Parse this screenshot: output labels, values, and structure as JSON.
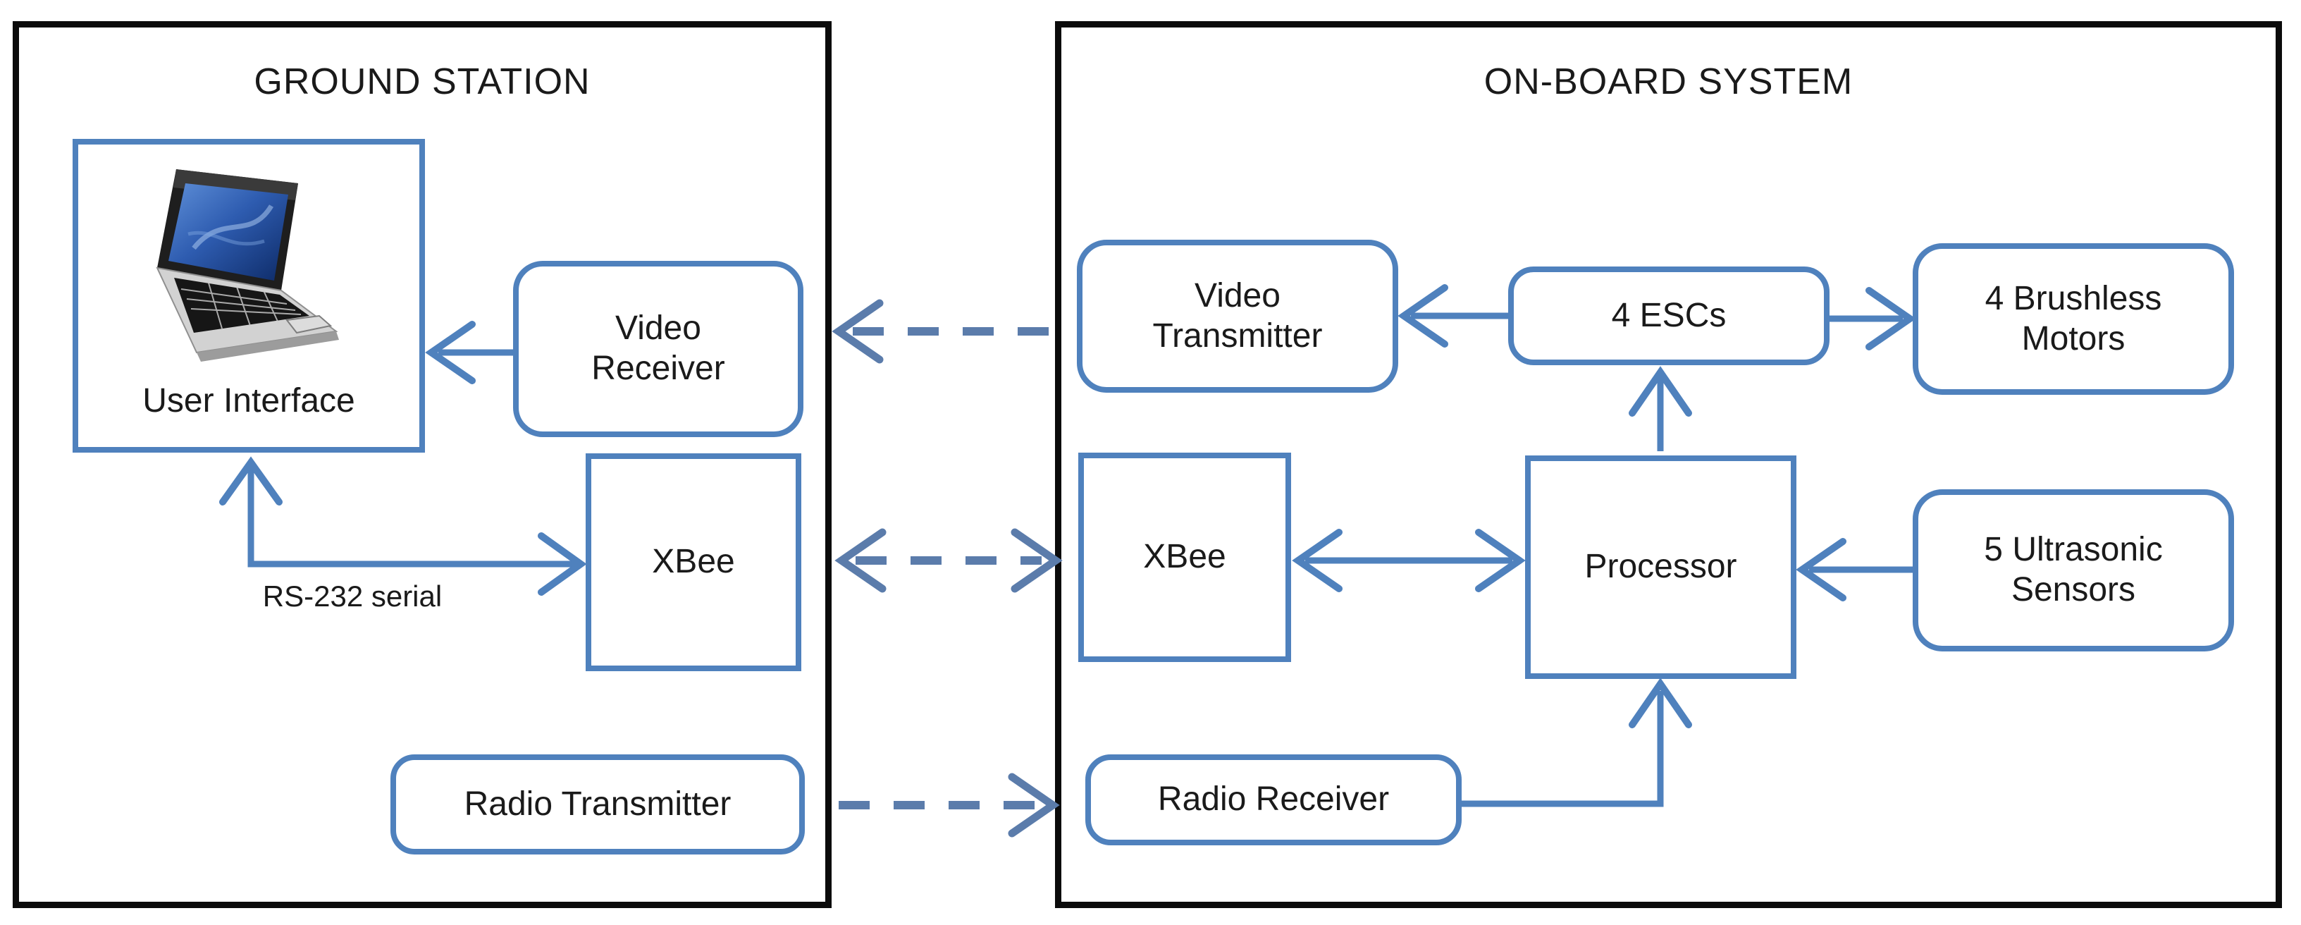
{
  "ground_station": {
    "title": "GROUND STATION",
    "user_interface_label": "User Interface",
    "video_receiver_label": "Video Receiver",
    "xbee_label": "XBee",
    "radio_transmitter_label": "Radio Transmitter",
    "rs232_label": "RS-232 serial"
  },
  "onboard_system": {
    "title": "ON-BOARD SYSTEM",
    "video_transmitter_label": "Video Transmitter",
    "escs_label": "4 ESCs",
    "brushless_motors_label": "4 Brushless Motors",
    "xbee_label": "XBee",
    "processor_label": "Processor",
    "ultrasonic_sensors_label": "5 Ultrasonic Sensors",
    "radio_receiver_label": "Radio Receiver"
  },
  "colors": {
    "accent_blue": "#4f81bd",
    "dashed_blue": "#5b7cab",
    "frame_black": "#0b0b0b",
    "text": "#1a1a1a"
  }
}
